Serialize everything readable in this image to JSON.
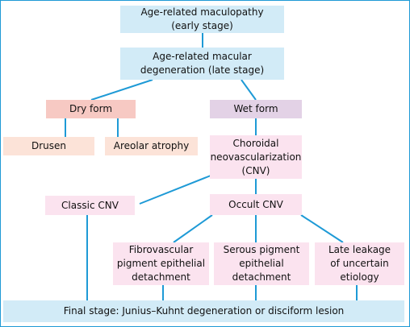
{
  "colors": {
    "border": "#1e9ad6",
    "connector": "#1e9ad6",
    "box_blue": "#d2ebf7",
    "box_red": "#f7c9c3",
    "box_salmon": "#fce3d8",
    "box_violet": "#e3d2e6",
    "box_pink": "#fbe3ef"
  },
  "nodes": {
    "early": {
      "line1": "Age-related maculopathy",
      "line2": "(early stage)"
    },
    "late": {
      "line1": "Age-related macular",
      "line2": "degeneration (late stage)"
    },
    "dry": {
      "label": "Dry form"
    },
    "wet": {
      "label": "Wet form"
    },
    "drusen": {
      "label": "Drusen"
    },
    "areolar": {
      "label": "Areolar atrophy"
    },
    "cnv": {
      "line1": "Choroidal",
      "line2": "neovascularization",
      "line3": "(CNV)"
    },
    "classic": {
      "label": "Classic CNV"
    },
    "occult": {
      "label": "Occult CNV"
    },
    "fibro": {
      "line1": "Fibrovascular",
      "line2": "pigment epithelial",
      "line3": "detachment"
    },
    "serous": {
      "line1": "Serous pigment",
      "line2": "epithelial",
      "line3": "detachment"
    },
    "leakage": {
      "line1": "Late leakage",
      "line2": "of uncertain",
      "line3": "etiology"
    },
    "final": {
      "label": "Final stage: Junius–Kuhnt degeneration or disciform lesion"
    }
  }
}
